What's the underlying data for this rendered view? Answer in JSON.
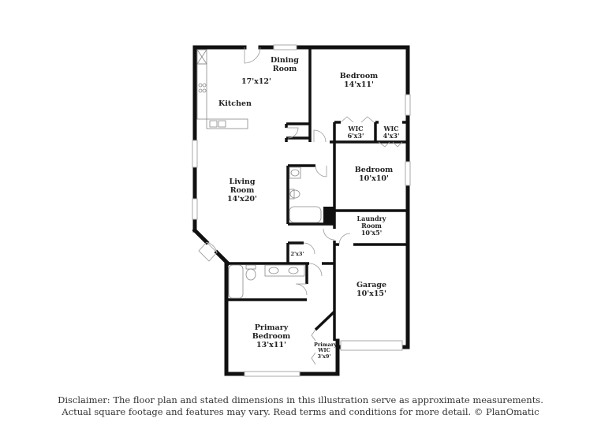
{
  "rooms": {
    "dining": {
      "name_line1": "Dining",
      "name_line2": "Room"
    },
    "kitchen_dining_dim": "17'x12'",
    "kitchen": {
      "name": "Kitchen"
    },
    "bedroom1": {
      "name": "Bedroom",
      "dim": "14'x11'"
    },
    "wic1": {
      "name": "WIC",
      "dim": "6'x3'"
    },
    "wic2": {
      "name": "WIC",
      "dim": "4'x3'"
    },
    "bedroom2": {
      "name": "Bedroom",
      "dim": "10'x10'"
    },
    "living": {
      "name_line1": "Living",
      "name_line2": "Room",
      "dim": "14'x20'"
    },
    "laundry": {
      "name_line1": "Laundry",
      "name_line2": "Room",
      "dim": "10'x5'"
    },
    "closet": {
      "dim": "2'x3'"
    },
    "garage": {
      "name": "Garage",
      "dim": "10'x15'"
    },
    "primary_bedroom": {
      "name_line1": "Primary",
      "name_line2": "Bedroom",
      "dim": "13'x11'"
    },
    "primary_wic": {
      "name_line1": "Primary",
      "name_line2": "WIC",
      "dim": "3'x9'"
    }
  },
  "disclaimer": {
    "line1": "Disclaimer: The floor plan and stated dimensions in this illustration serve as approximate measurements.",
    "line2": "Actual square footage and features may vary. Read terms and conditions for more detail. © PlanOmatic"
  },
  "colors": {
    "wall": "#111111",
    "fixture": "#888888",
    "window": "#cccccc"
  }
}
